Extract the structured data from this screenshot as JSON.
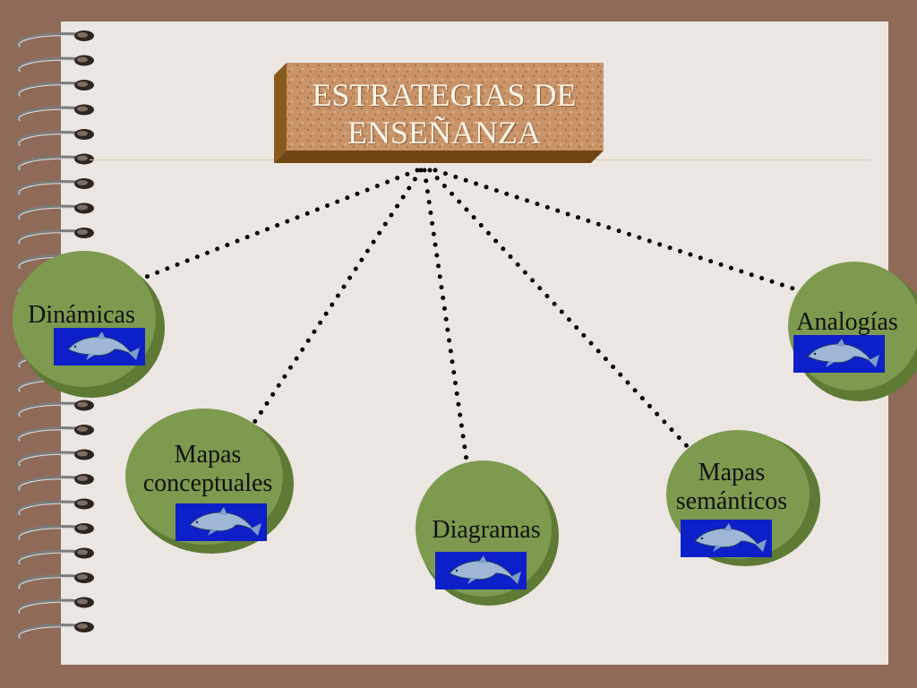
{
  "title": {
    "line1": "ESTRATEGIAS DE",
    "line2": "ENSEÑANZA"
  },
  "nodes": [
    {
      "id": "dinamicas",
      "label": "Dinámicas"
    },
    {
      "id": "mapas-conceptuales",
      "label": "Mapas\nconceptuales"
    },
    {
      "id": "diagramas",
      "label": "Diagramas"
    },
    {
      "id": "mapas-semanticos",
      "label": "Mapas\nsemánticos"
    },
    {
      "id": "analogias",
      "label": "Analogías"
    }
  ],
  "icons": {
    "node_badge": "dolphin-icon",
    "binding": "spiral-binding-icon"
  },
  "colors": {
    "background": "#8f6a57",
    "page": "#ece6e2",
    "cork_box": "#c9946a",
    "cork_side": "#8a5a1c",
    "circle_green": "#7d9a4f",
    "badge_blue": "#0d1fc8",
    "connector": "#000000"
  }
}
